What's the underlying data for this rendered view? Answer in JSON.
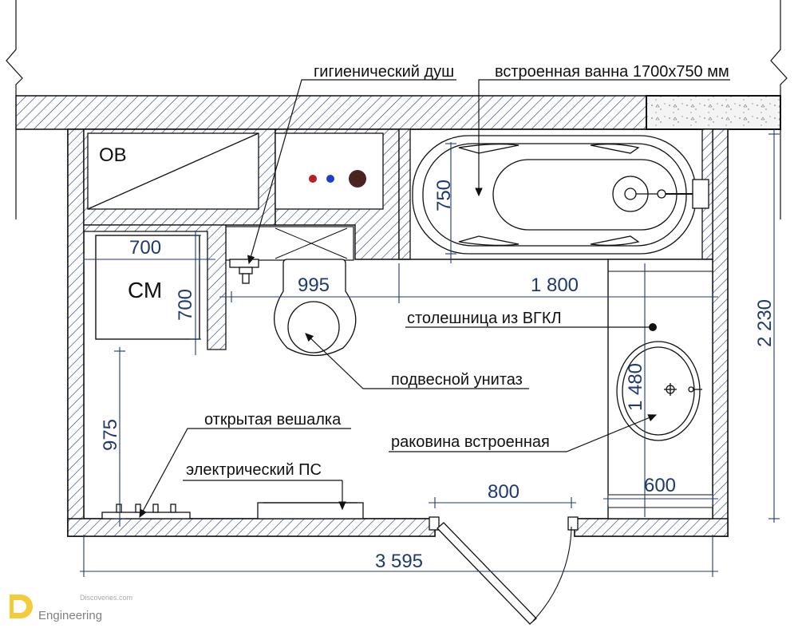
{
  "rooms": {
    "ov": "ОВ",
    "cm": "СМ"
  },
  "labels": {
    "hygienic_shower": "гигиенический душ",
    "bathtub": "встроенная ванна 1700х750 мм",
    "countertop": "столешница из ВГКЛ",
    "toilet": "подвесной унитаз",
    "hanger": "открытая вешалка",
    "towel_rail": "электрический ПС",
    "sink": "раковина встроенная"
  },
  "dimensions": {
    "washer_width": "700",
    "washer_depth": "700",
    "toilet_zone": "995",
    "bathtub_length": "1 800",
    "bathtub_width": "750",
    "hanger_distance": "975",
    "countertop_length": "1 480",
    "door_width": "800",
    "countertop_depth": "600",
    "room_length": "3 595",
    "room_width": "2 230"
  },
  "watermark": {
    "top": "Discoveries.com",
    "bottom": "Engineering"
  },
  "colors": {
    "dimension": "#1e3a6e",
    "hot_pipe": "#b81e24",
    "cold_pipe": "#1c3fd0",
    "sewer_pipe": "#4a2423",
    "logo_accent": "#f2c319"
  }
}
